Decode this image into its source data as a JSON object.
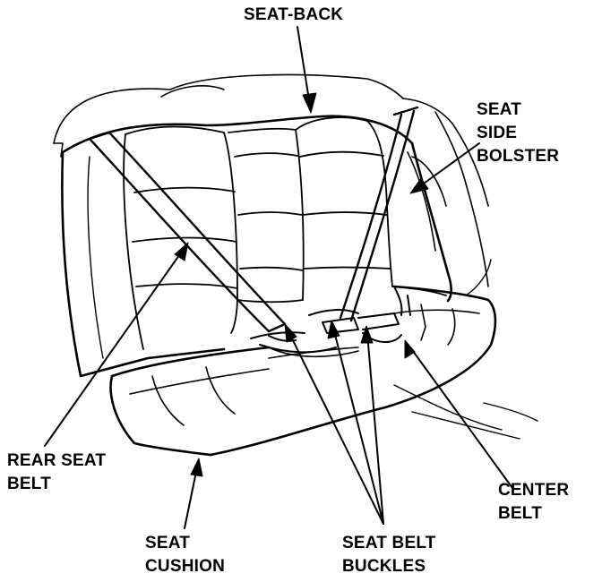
{
  "labels": {
    "seat_back": "SEAT-BACK",
    "side_bolster": {
      "line1": "SEAT",
      "line2": "SIDE",
      "line3": "BOLSTER"
    },
    "rear_belt": {
      "line1": "REAR SEAT",
      "line2": "BELT"
    },
    "center_belt": {
      "line1": "CENTER",
      "line2": "BELT"
    },
    "cushion": {
      "line1": "SEAT",
      "line2": "CUSHION"
    },
    "buckles": {
      "line1": "SEAT BELT",
      "line2": "BUCKLES"
    }
  }
}
